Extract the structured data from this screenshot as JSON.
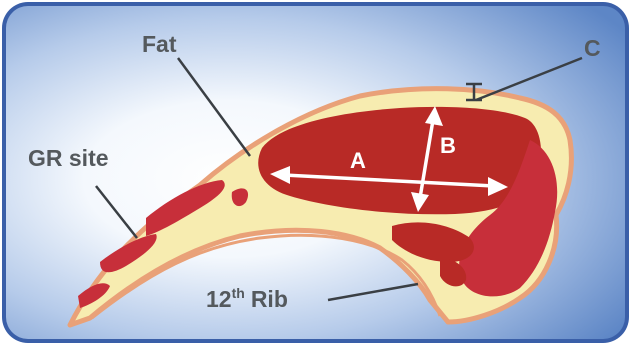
{
  "labels": {
    "fat": "Fat",
    "gr_site": "GR site",
    "c": "C",
    "a": "A",
    "b": "B",
    "rib_number": "12",
    "rib_suffix": "th",
    "rib_word": "Rib"
  },
  "colors": {
    "frame_border": "#3a5fa8",
    "background_glow": "#ffffff",
    "background_edge": "#5d86c6",
    "fat": "#f7ecb0",
    "fat_edge": "#e9a178",
    "muscle": "#b82a26",
    "muscle_light": "#d0323f",
    "label": "#54595d",
    "arrow": "#ffffff"
  }
}
